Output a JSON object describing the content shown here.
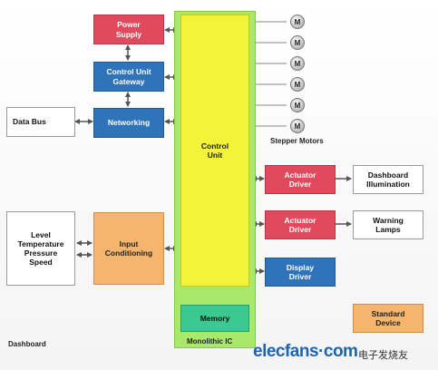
{
  "blocks": {
    "power_supply": "Power\nSupply",
    "control_unit_gateway": "Control Unit\nGateway",
    "networking": "Networking",
    "data_bus": "Data Bus",
    "control_unit": "Control\nUnit",
    "memory": "Memory",
    "input_conditioning": "Input\nConditioning",
    "sensor_inputs": "Level\nTemperature\nPressure\nSpeed",
    "actuator_driver_1": "Actuator\nDriver",
    "actuator_driver_2": "Actuator\nDriver",
    "display_driver": "Display\nDriver",
    "dashboard_illumination": "Dashboard\nIllumination",
    "warning_lamps": "Warning\nLamps",
    "standard_device": "Standard\nDevice"
  },
  "motor_glyph": "M",
  "labels": {
    "stepper_motors": "Stepper Motors",
    "monolithic_ic": "Monolithic IC",
    "dashboard": "Dashboard"
  },
  "watermark": {
    "site": "elecfans·com",
    "chinese": "电子发烧友"
  },
  "colors": {
    "red_block": "#e04a5d",
    "blue_block": "#2f73b8",
    "orange_block": "#f5b56c",
    "green_block": "#3bc98f",
    "ic_background": "#a9e86a",
    "control_unit": "#f3f33a"
  },
  "icons": [
    "stepper-motor-icon",
    "double-arrow-icon"
  ]
}
